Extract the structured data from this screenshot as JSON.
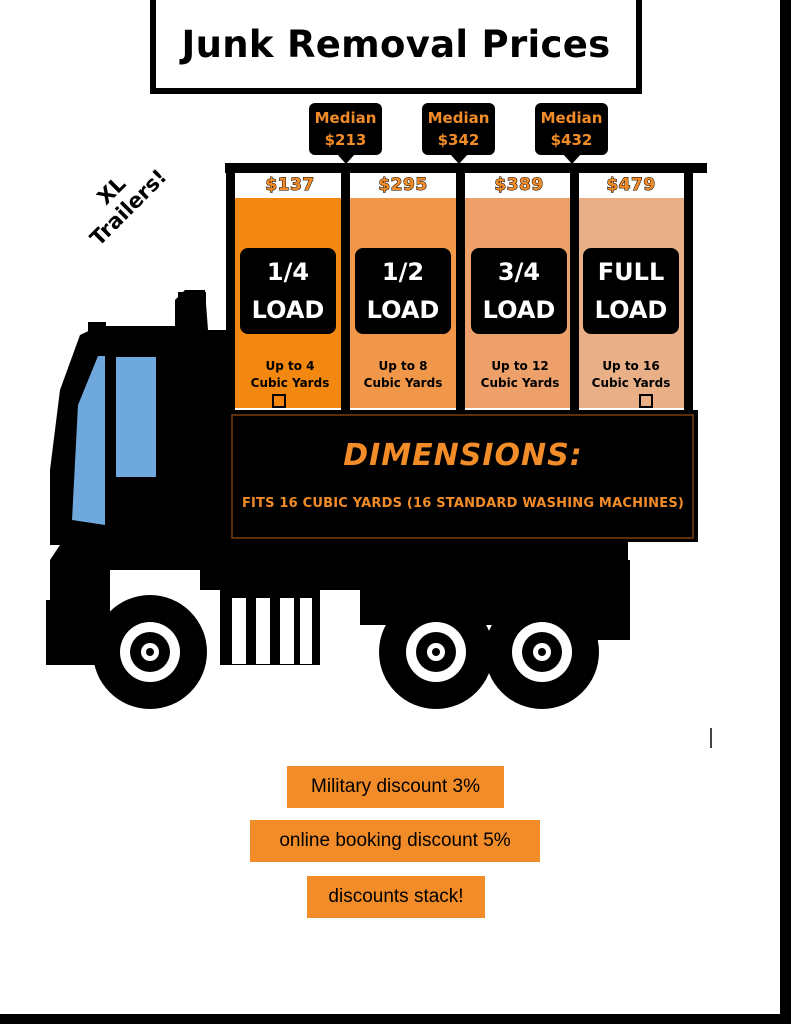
{
  "title": "Junk Removal Prices",
  "xl_badge": [
    "XL",
    "Trailers!"
  ],
  "medians": [
    {
      "label": "Median",
      "value": "$213"
    },
    {
      "label": "Median",
      "value": "$342"
    },
    {
      "label": "Median",
      "value": "$432"
    }
  ],
  "loads": [
    {
      "price": "$137",
      "size": "1/4",
      "unit": "LOAD",
      "cap1": "Up to 4",
      "cap2": "Cubic Yards",
      "color": "#f2880f"
    },
    {
      "price": "$295",
      "size": "1/2",
      "unit": "LOAD",
      "cap1": "Up to 8",
      "cap2": "Cubic Yards",
      "color": "#f0974a"
    },
    {
      "price": "$389",
      "size": "3/4",
      "unit": "LOAD",
      "cap1": "Up to 12",
      "cap2": "Cubic Yards",
      "color": "#eda06a"
    },
    {
      "price": "$479",
      "size": "FULL",
      "unit": "LOAD",
      "cap1": "Up to 16",
      "cap2": "Cubic Yards",
      "color": "#e9b088"
    }
  ],
  "dimensions": {
    "title": "DIMENSIONS:",
    "subtitle": "FITS 16 CUBIC YARDS (16 STANDARD WASHING MACHINES)"
  },
  "discounts": [
    "Military discount 3%",
    "online booking discount 5%",
    "discounts stack!"
  ],
  "colors": {
    "accent": "#f28c28",
    "ink": "#000000",
    "window": "#6fa8dc"
  }
}
